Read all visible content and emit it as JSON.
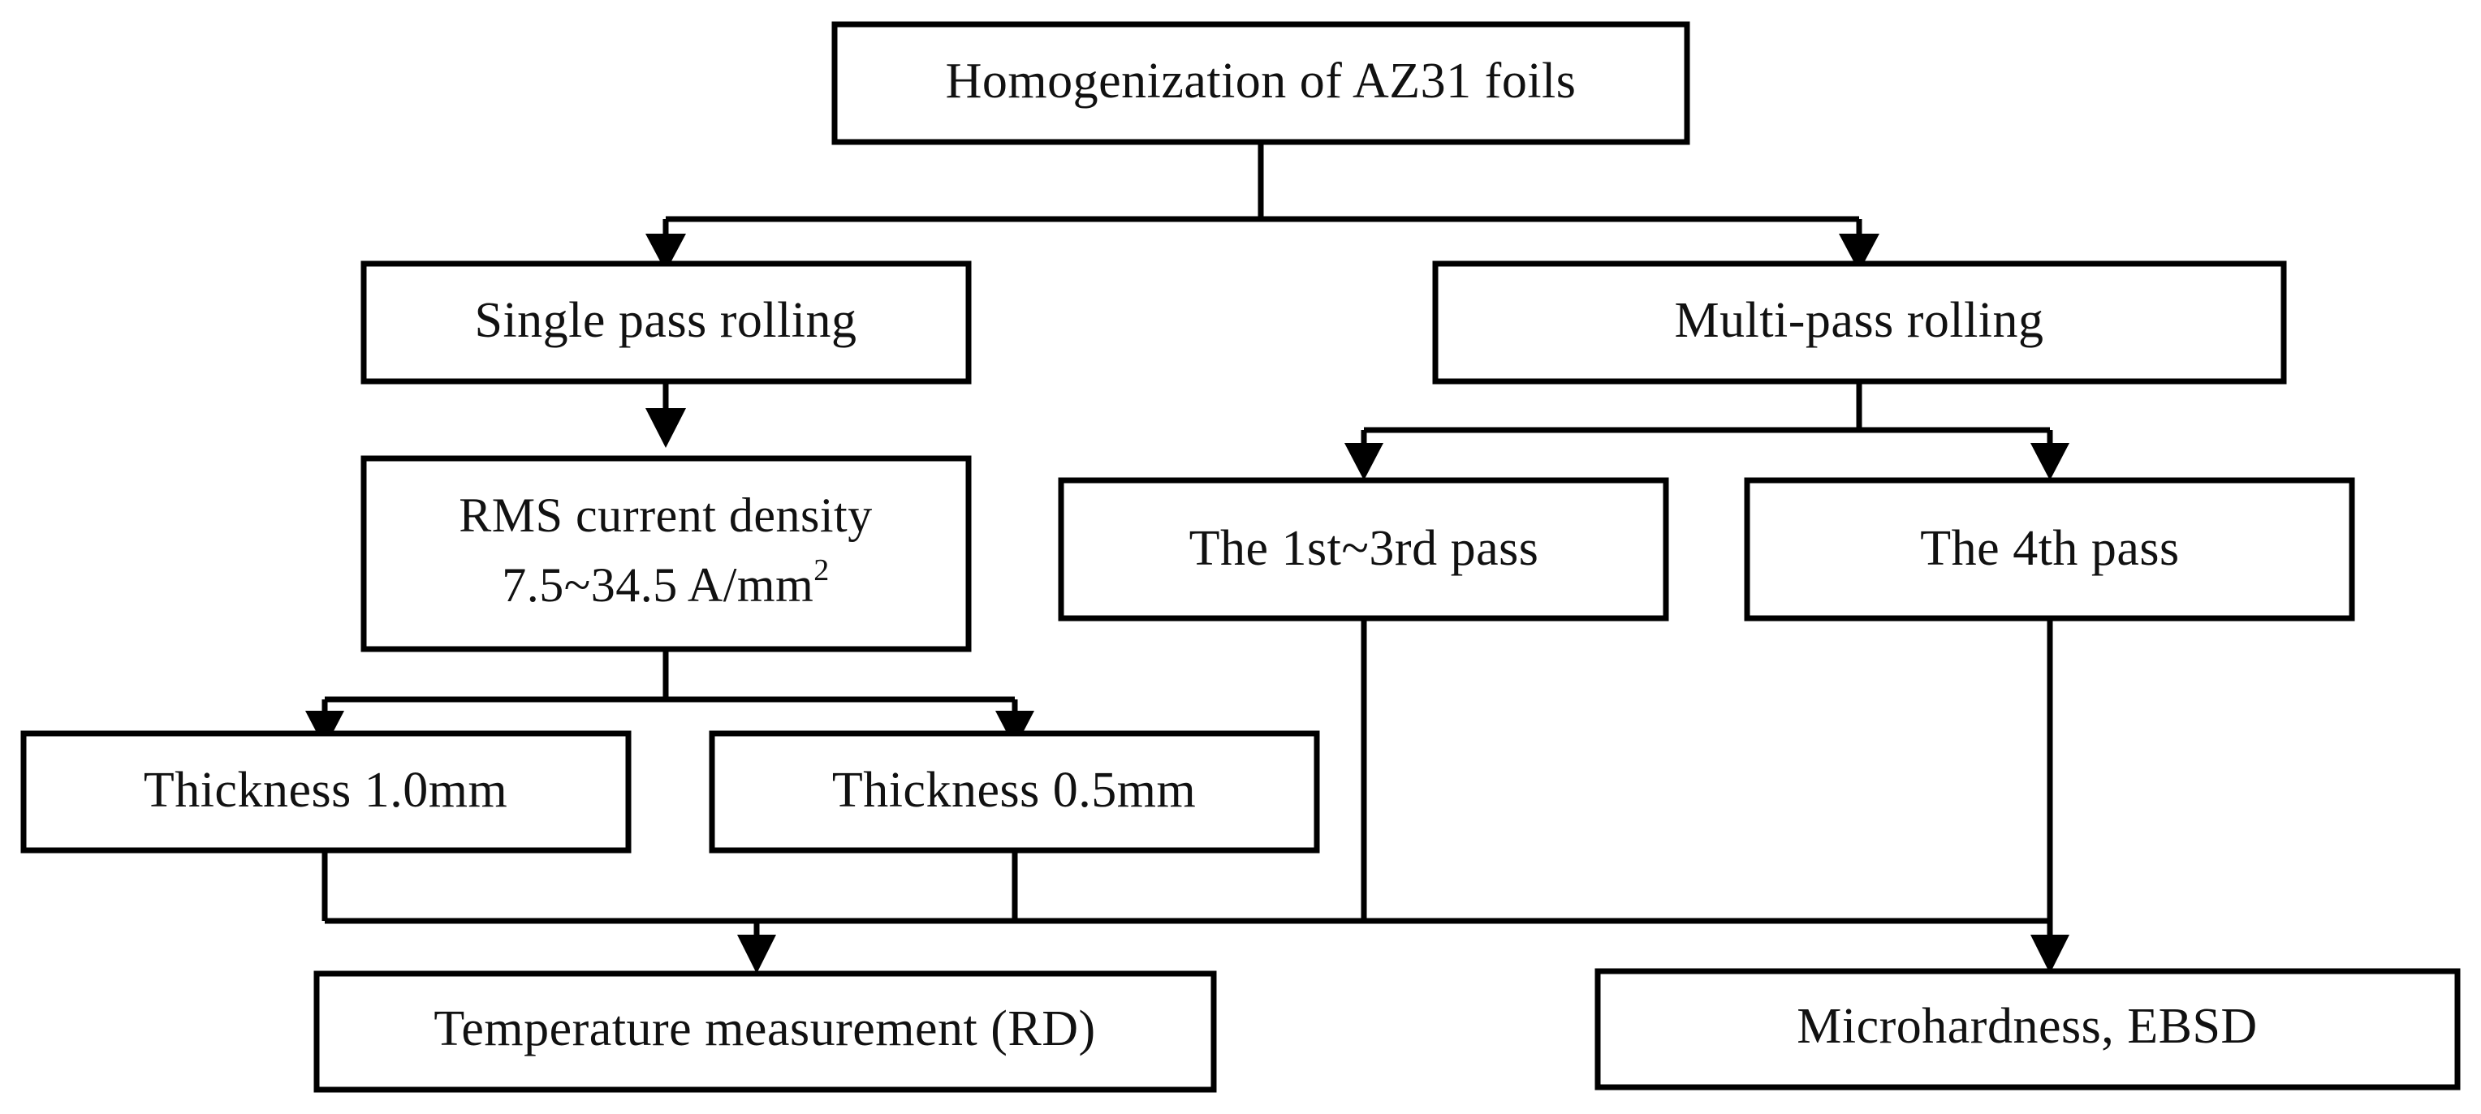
{
  "diagram": {
    "title_node": "Homogenization of AZ31 foils",
    "nodes": {
      "homogenization": "Homogenization of AZ31 foils",
      "single_pass": "Single pass rolling",
      "multi_pass": "Multi-pass rolling",
      "rms_line1": "RMS current density",
      "rms_line2_main": "7.5~34.5 A/mm",
      "rms_line2_sup": "2",
      "pass_1_3": "The  1st~3rd pass",
      "pass_4": "The  4th pass",
      "thickness_10": "Thickness  1.0mm",
      "thickness_05": "Thickness  0.5mm",
      "temperature": "Temperature measurement (RD)",
      "microhardness": "Microhardness, EBSD"
    },
    "colors": {
      "box_stroke": "#000000",
      "box_fill": "#ffffff",
      "text": "#111111",
      "background": "#ffffff"
    }
  }
}
